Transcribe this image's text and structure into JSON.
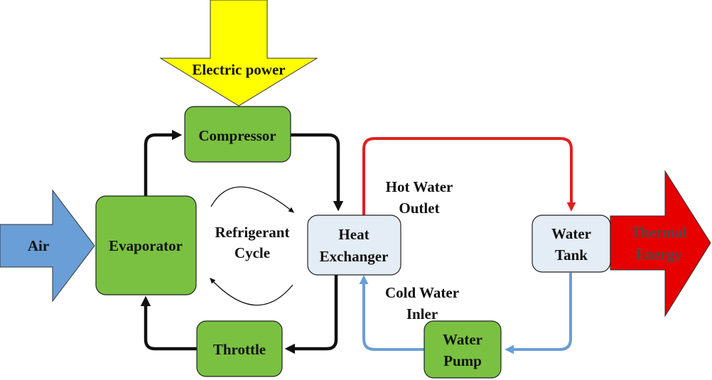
{
  "labels": {
    "electric_power": "Electric power",
    "compressor": "Compressor",
    "evaporator": "Evaporator",
    "throttle": "Throttle",
    "air": "Air",
    "refrigerant_line1": "Refrigerant",
    "refrigerant_line2": "Cycle",
    "heat_exchanger_line1": "Heat",
    "heat_exchanger_line2": "Exchanger",
    "hot_water_line1": "Hot Water",
    "hot_water_line2": "Outlet",
    "cold_water_line1": "Cold Water",
    "cold_water_line2": "Inler",
    "water_tank_line1": "Water",
    "water_tank_line2": "Tank",
    "thermal_line1": "Thermal",
    "thermal_line2": "Energy",
    "water_pump_line1": "Water",
    "water_pump_line2": "Pump"
  },
  "colors": {
    "component_fill": "#7ac142",
    "exchanger_fill": "#e4ecf6",
    "electric_arrow": "#ffff00",
    "air_arrow": "#6a9ed6",
    "thermal_arrow": "#e60000",
    "refrigerant_line": "#111111",
    "hot_water_line": "#e02020",
    "cold_water_line": "#6a9ed6"
  },
  "icons": {
    "cycle_indicator": "circular-arrows-icon"
  }
}
